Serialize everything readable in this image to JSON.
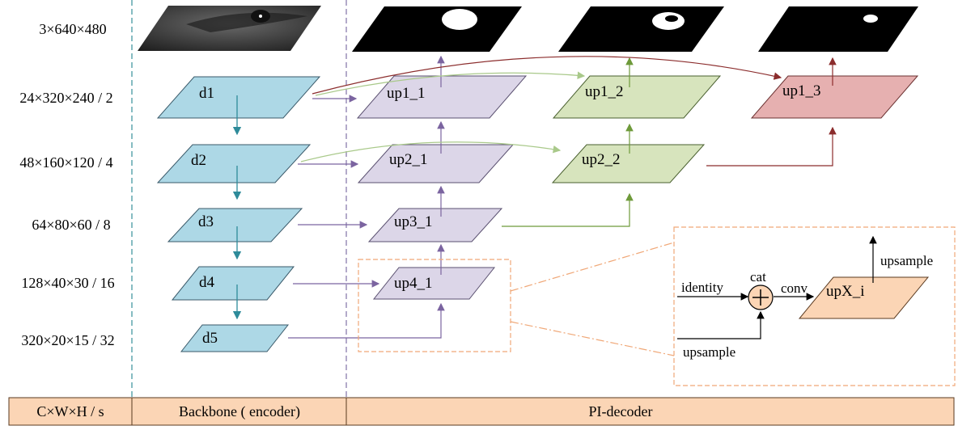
{
  "scale_labels": [
    "3×640×480",
    "24×320×240 / 2",
    "48×160×120 / 4",
    "64×80×60 / 8",
    "128×40×30 / 16",
    "320×20×15 / 32"
  ],
  "encoder_nodes": [
    "d1",
    "d2",
    "d3",
    "d4",
    "d5"
  ],
  "decoder_nodes": {
    "up1_1": "up1_1",
    "up1_2": "up1_2",
    "up1_3": "up1_3",
    "up2_1": "up2_1",
    "up2_2": "up2_2",
    "up3_1": "up3_1",
    "up4_1": "up4_1"
  },
  "detail": {
    "identity": "identity",
    "cat": "cat",
    "conv": "conv",
    "node": "upX_i",
    "upsample_out": "upsample",
    "upsample_in": "upsample"
  },
  "footer": {
    "col1": "C×W×H / s",
    "col2": "Backbone ( encoder)",
    "col3": "PI-decoder"
  },
  "colors": {
    "encoder_fill": "#add8e6",
    "lavender_fill": "#dcd6e8",
    "green_fill": "#d7e4bd",
    "red_fill": "#e6b0b0",
    "peach_fill": "#fbd5b5",
    "footer_fill": "#fbd5b5",
    "purple_arrow": "#7b64a0",
    "green_arrow": "#6e9a3a",
    "red_arrow": "#8b2c2c",
    "teal_arrow": "#2e8b9a",
    "orange_dash": "#f0a878"
  }
}
